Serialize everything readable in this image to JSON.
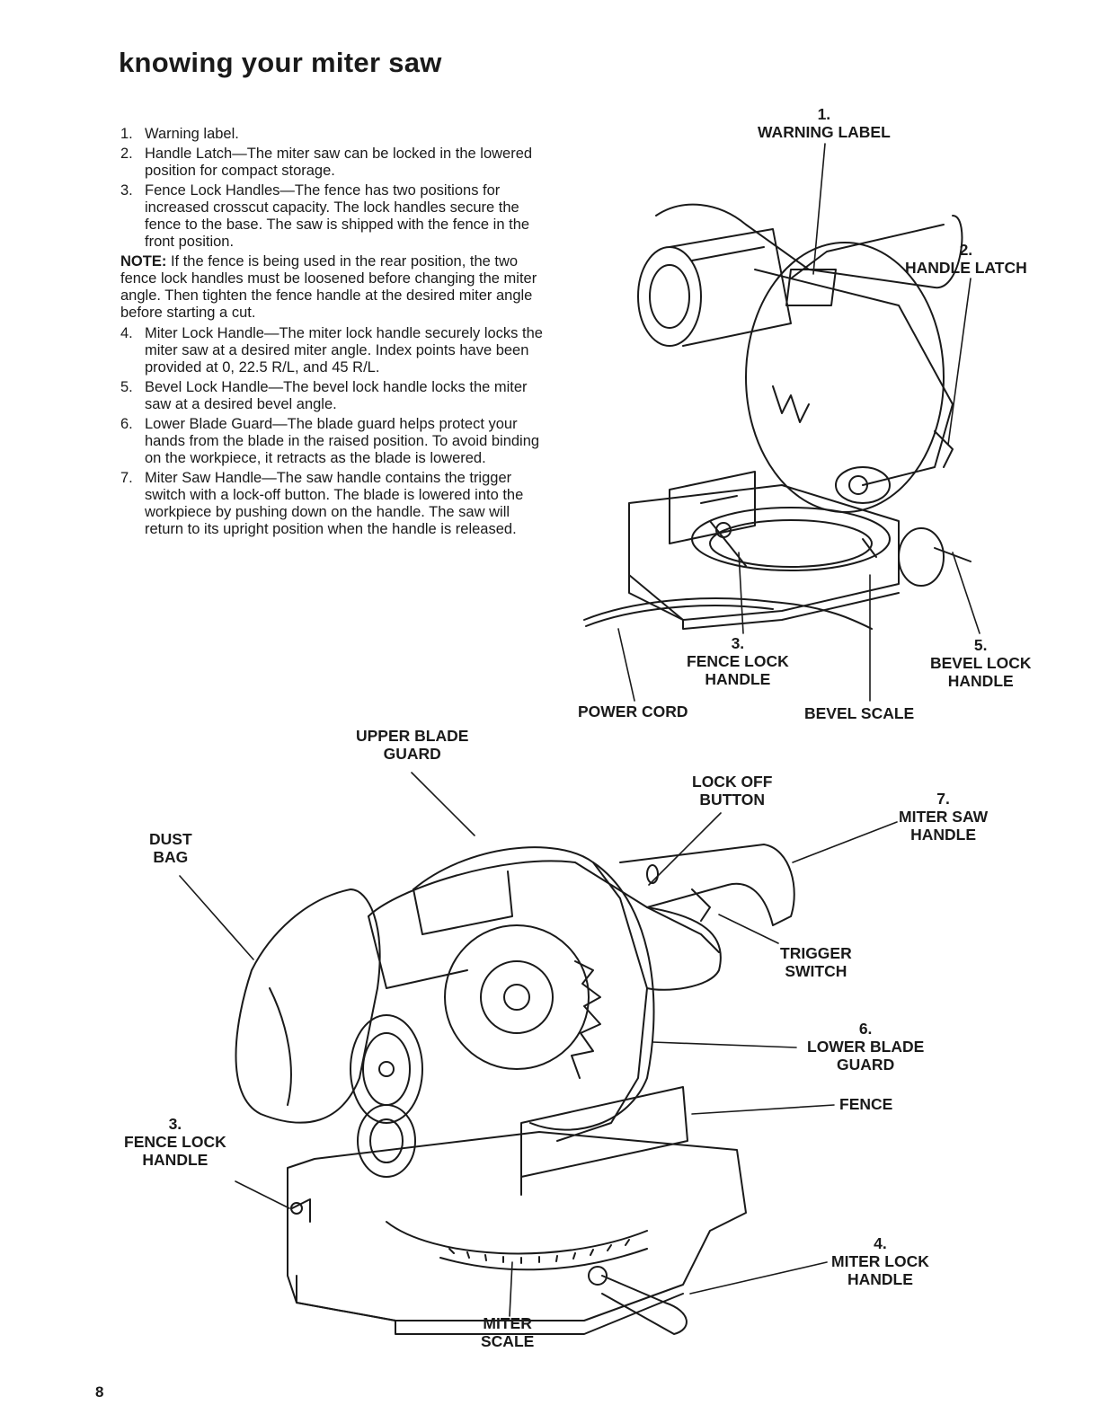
{
  "page": {
    "title": "knowing your miter saw",
    "page_number": "8"
  },
  "items": [
    {
      "num": "1.",
      "text": "Warning label."
    },
    {
      "num": "2.",
      "text": "Handle Latch—The miter saw can be locked in the lowered position for compact storage."
    },
    {
      "num": "3.",
      "text": "Fence Lock Handles—The fence has two positions for increased crosscut capacity. The lock handles secure the fence to the base. The saw is shipped with the fence in the front position."
    }
  ],
  "note": {
    "label": "NOTE:",
    "text": "If the fence is being used in the rear position, the two fence lock handles must be loosened before changing the miter angle. Then tighten the fence handle at the desired miter angle before starting a cut."
  },
  "items2": [
    {
      "num": "4.",
      "text": "Miter Lock Handle—The miter lock handle securely locks the miter saw at a desired miter angle. Index points have been provided at 0, 22.5 R/L, and 45 R/L."
    },
    {
      "num": "5.",
      "text": "Bevel Lock Handle—The bevel lock handle locks the miter saw at a desired bevel angle."
    },
    {
      "num": "6.",
      "text": "Lower Blade Guard—The blade guard helps protect your hands from the blade in the raised position. To avoid binding on the workpiece, it retracts as the blade is lowered."
    },
    {
      "num": "7.",
      "text": "Miter Saw Handle—The saw handle contains the trigger switch with a lock-off button. The blade is lowered into the workpiece by pushing down on the handle. The saw will return to its upright position when the handle is released."
    }
  ],
  "top_labels": {
    "warning_label": {
      "num": "1.",
      "line1": "WARNING LABEL"
    },
    "handle_latch": {
      "num": "2.",
      "line1": "HANDLE LATCH"
    },
    "fence_lock": {
      "num": "3.",
      "line1": "FENCE LOCK",
      "line2": "HANDLE"
    },
    "bevel_lock": {
      "num": "5.",
      "line1": "BEVEL LOCK",
      "line2": "HANDLE"
    },
    "power_cord": {
      "line1": "POWER CORD"
    },
    "bevel_scale": {
      "line1": "BEVEL SCALE"
    }
  },
  "bottom_labels": {
    "upper_blade_guard": {
      "line1": "UPPER BLADE",
      "line2": "GUARD"
    },
    "dust_bag": {
      "line1": "DUST",
      "line2": "BAG"
    },
    "lock_off_button": {
      "line1": "LOCK OFF",
      "line2": "BUTTON"
    },
    "miter_saw_handle": {
      "num": "7.",
      "line1": "MITER SAW",
      "line2": "HANDLE"
    },
    "trigger_switch": {
      "line1": "TRIGGER",
      "line2": "SWITCH"
    },
    "lower_blade_guard": {
      "num": "6.",
      "line1": "LOWER BLADE",
      "line2": "GUARD"
    },
    "fence": {
      "line1": "FENCE"
    },
    "fence_lock": {
      "num": "3.",
      "line1": "FENCE LOCK",
      "line2": "HANDLE"
    },
    "miter_lock": {
      "num": "4.",
      "line1": "MITER LOCK",
      "line2": "HANDLE"
    },
    "miter_scale": {
      "line1": "MITER",
      "line2": "SCALE"
    }
  }
}
